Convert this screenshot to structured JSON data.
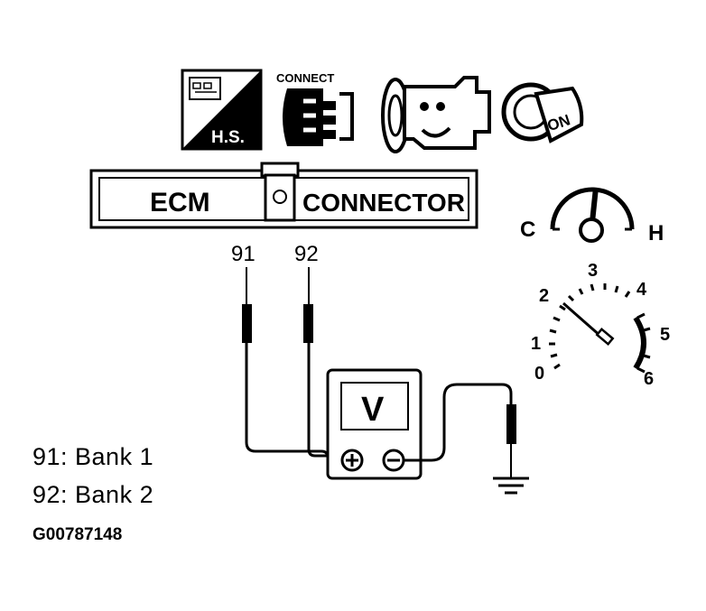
{
  "icons": {
    "hs_label": "H.S.",
    "connect_label": "CONNECT",
    "on_label": "ON",
    "names": [
      "harness-switch-icon",
      "connector-disconnect-icon",
      "engine-running-icon",
      "ignition-on-icon"
    ]
  },
  "connector": {
    "left_label": "ECM",
    "right_label": "CONNECTOR"
  },
  "pins": {
    "pin_a": "91",
    "pin_b": "92"
  },
  "voltmeter": {
    "display": "V",
    "plus": "+",
    "minus": "−"
  },
  "temperature_gauge": {
    "cold": "C",
    "hot": "H"
  },
  "tachometer": {
    "ticks": [
      "0",
      "1",
      "2",
      "3",
      "4",
      "5",
      "6"
    ]
  },
  "legend": [
    "91: Bank 1",
    "92: Bank 2"
  ],
  "figure_code": "G00787148"
}
